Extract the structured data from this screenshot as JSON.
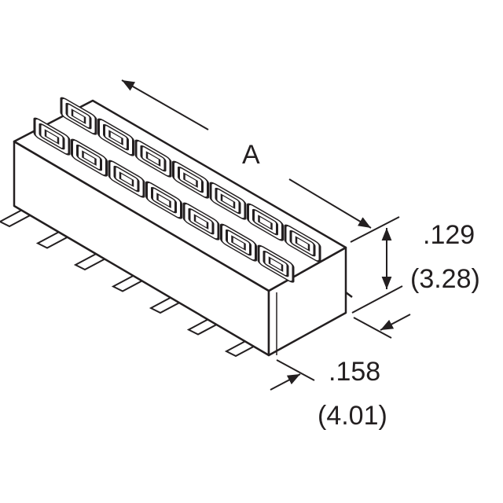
{
  "drawing": {
    "dimension_length_label": "A",
    "height_inch": ".129",
    "height_mm": "(3.28)",
    "depth_inch": ".158",
    "depth_mm": "(4.01)",
    "positions_per_row": 7,
    "rows": 2,
    "line_color": "#231f20"
  }
}
